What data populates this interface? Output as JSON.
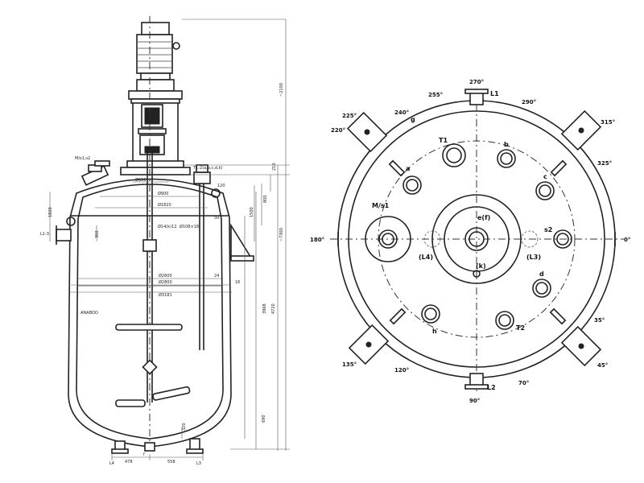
{
  "elevation": {
    "labels": {
      "motor_tag": "M/s1,s2",
      "nozzle_group": "T1-2(a,b,c,d,k)",
      "left_nozzle": "L1-3",
      "glass_lining": "ANABOO",
      "bottom_l4": "L4",
      "bottom_f": "f",
      "bottom_l3": "L3"
    },
    "dimensions": {
      "overall_height": "~2100",
      "vessel_height": "~7300",
      "d_650": "Ø650",
      "d_900": "Ø900",
      "d_1820": "Ø1820",
      "d_14": "Ø14(k)12",
      "d_108": "Ø108×18",
      "d_2600": "Ø2600",
      "d_2800": "Ø2800",
      "d_3181": "Ø3181",
      "h_1820": "1820",
      "h_300": "300",
      "h_210": "210",
      "h_800": "800",
      "h_1500": "1500",
      "h_3968": "3968",
      "h_4720": "4720",
      "h_690": "690",
      "h_120": "120",
      "h_50": "50",
      "h_320": "320",
      "h_24": "24",
      "h_16": "16",
      "b_478": "478",
      "b_558": "558"
    }
  },
  "plan": {
    "angles": [
      "270°",
      "255°",
      "290°",
      "240°",
      "225°",
      "220°",
      "315°",
      "325°",
      "180°",
      "0°",
      "135°",
      "120°",
      "35°",
      "45°",
      "70°",
      "90°"
    ],
    "nozzles": {
      "L1": "L1",
      "L2": "L2",
      "T1": "T1",
      "T2": "T2",
      "a": "a",
      "b": "b",
      "c": "c",
      "d": "d",
      "h": "h",
      "Ms1": "M/s1",
      "s2": "s2",
      "ef": "e(f)",
      "k": "(k)",
      "L4": "(L4)",
      "L3": "(L3)",
      "g": "g"
    }
  }
}
